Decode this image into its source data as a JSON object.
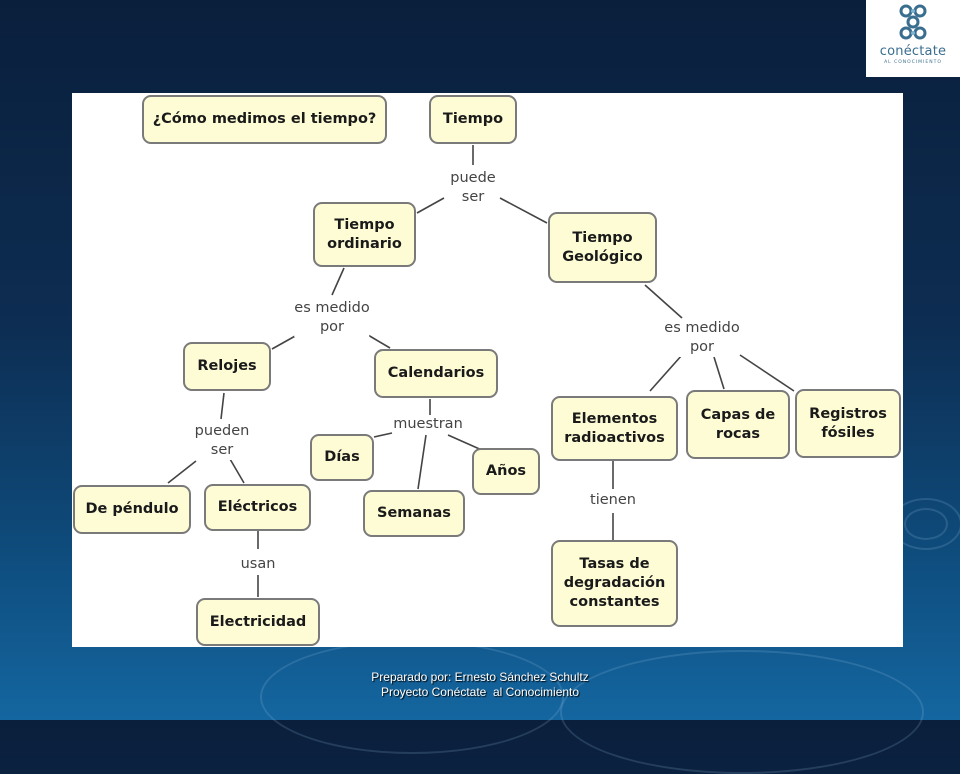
{
  "colors": {
    "background": "#0d2d52",
    "node_fill": "#fefcd5",
    "node_border": "#7a7a7a",
    "link": "#444444",
    "logo_accent": "#3a6e8f"
  },
  "logo": {
    "name": "conéctate",
    "tagline": "AL CONOCIMIENTO",
    "icon": "linked-circles-icon"
  },
  "diagram": {
    "nodes": {
      "question": "¿Cómo medimos el tiempo?",
      "tiempo": "Tiempo",
      "ordinario": "Tiempo\nordinario",
      "geologico": "Tiempo\nGeológico",
      "relojes": "Relojes",
      "calendarios": "Calendarios",
      "pendulo": "De péndulo",
      "electricos": "Eléctricos",
      "electricidad": "Electricidad",
      "dias": "Días",
      "semanas": "Semanas",
      "anos": "Años",
      "radioactivos": "Elementos\nradioactivos",
      "capas": "Capas de\nrocas",
      "registros": "Registros\nfósiles",
      "tasas": "Tasas de\ndegradación\nconstantes"
    },
    "links": {
      "puede_ser": "puede\nser",
      "es_medido_por_1": "es medido\npor",
      "es_medido_por_2": "es medido\npor",
      "pueden_ser": "pueden\nser",
      "muestran": "muestran",
      "usan": "usan",
      "tienen": "tienen"
    }
  },
  "footer": {
    "line1": "Preparado por: Ernesto Sánchez Schultz",
    "line2": "Proyecto Conéctate  al Conocimiento"
  }
}
